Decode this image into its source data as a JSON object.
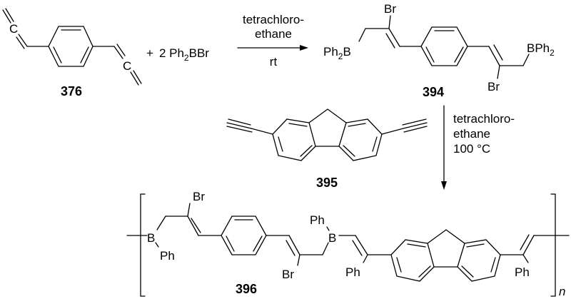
{
  "compounds": {
    "c376": "376",
    "c394": "394",
    "c395": "395",
    "c396": "396"
  },
  "reagent": {
    "plus": "+",
    "coef": "2 Ph",
    "sub": "2",
    "rest": "BBr"
  },
  "step1": {
    "line1": "tetrachloro-",
    "line2": "ethane",
    "line3": "rt"
  },
  "step2": {
    "line1": "tetrachloro-",
    "line2": "ethane",
    "line3": "100 °C"
  },
  "atoms": {
    "C": "C",
    "Br": "Br",
    "B": "B",
    "Ph": "Ph",
    "sub2": "2",
    "n": "n"
  }
}
